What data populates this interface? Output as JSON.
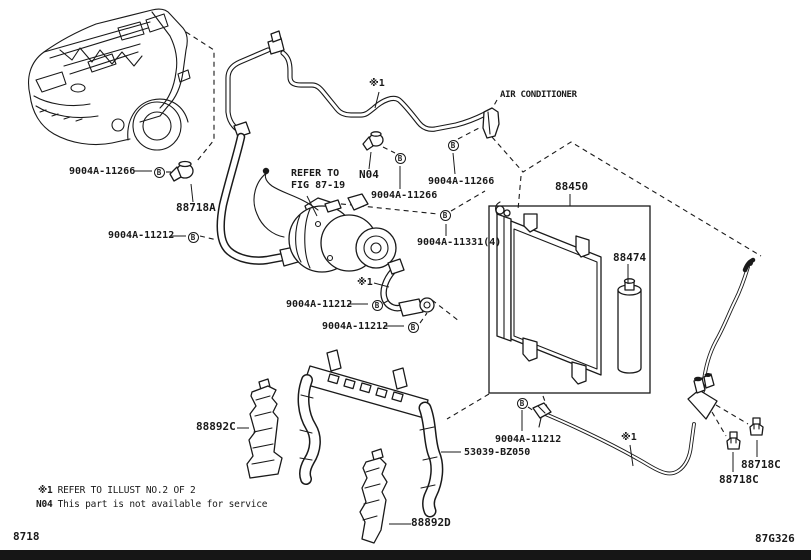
{
  "labels": {
    "bolt_11266_left": "9004A-11266",
    "clamp_88718a": "88718A",
    "bolt_11212_left": "9004A-11212",
    "refer_fig_line1": "REFER TO",
    "refer_fig_line2": "FIG 87-19",
    "n04": "N04",
    "bolt_11266_mid": "9004A-11266",
    "bolt_11266_right": "9004A-11266",
    "air_conditioner": "AIR CONDITIONER",
    "star1_top": "※1",
    "condenser": "88450",
    "receiver_drier": "88474",
    "nut_11331": "9004A-11331(4)",
    "star1_mid": "※1",
    "bolt_11212_mid1": "9004A-11212",
    "bolt_11212_mid2": "9004A-11212",
    "bracket_88892c": "88892C",
    "support_53039": "53039-BZ050",
    "bolt_11212_bottom": "9004A-11212",
    "star1_bottom": "※1",
    "clip_88718c_upper": "88718C",
    "clip_88718c_lower": "88718C",
    "bracket_88892d": "88892D"
  },
  "notes": {
    "note1_prefix": "※1",
    "note1_text": "REFER TO ILLUST NO.2 OF 2",
    "note2_prefix": "N04",
    "note2_text": "This part is not available for service"
  },
  "footer": {
    "left_code": "8718",
    "right_code": "87G326"
  },
  "fastener_symbol": "B",
  "colors": {
    "line": "#1a1a1a",
    "background": "#ffffff",
    "footer_bar": "#161616"
  }
}
